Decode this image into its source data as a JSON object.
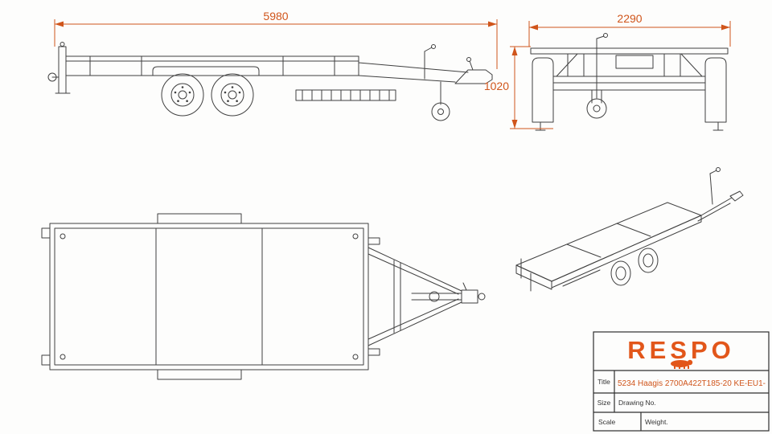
{
  "dimensions": {
    "length_mm": "5980",
    "width_mm": "2290",
    "height_mm": "1020"
  },
  "title_block": {
    "brand": "RESPO",
    "title_label": "Title",
    "title_value": "5234 Haagis 2700A422T185-20 KE-EU1-",
    "size_label": "Size",
    "drawing_no_label": "Drawing No.",
    "scale_label": "Scale",
    "weight_label": "Weight."
  },
  "colors": {
    "line": "#404040",
    "dimension": "#d0551b",
    "brand": "#e2561a"
  }
}
